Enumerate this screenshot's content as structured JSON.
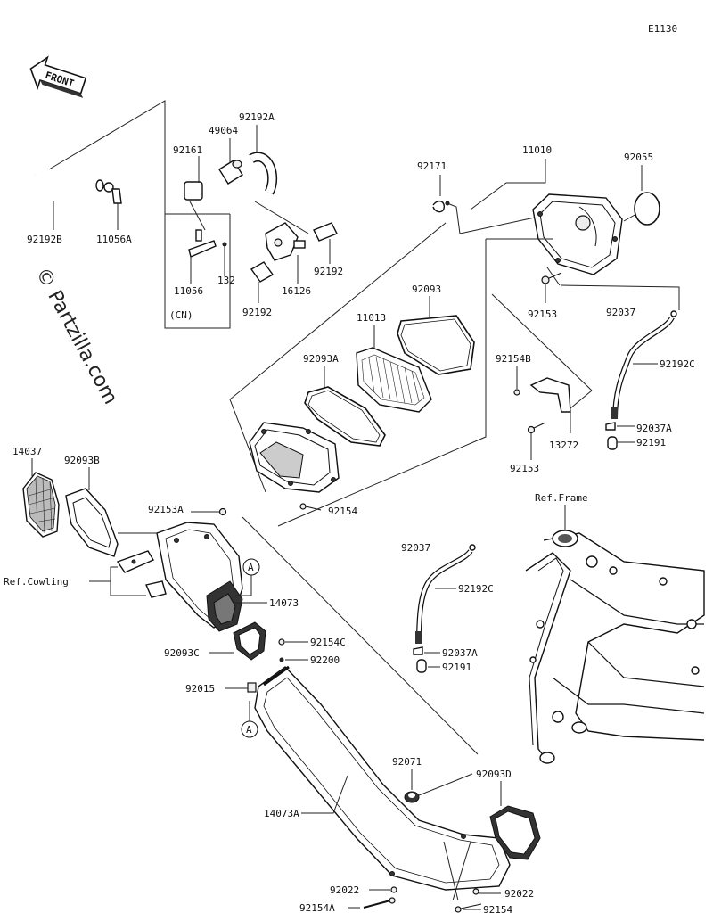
{
  "diagram_code": "E1130",
  "watermark": "© Partzilla.com",
  "front_label": "FRONT",
  "labels": {
    "p92192B": "92192B",
    "p11056A": "11056A",
    "p92161": "92161",
    "p49064": "49064",
    "p92192A": "92192A",
    "p11056": "11056",
    "p132": "132",
    "pCN": "(CN)",
    "p16126": "16126",
    "p92192_1": "92192",
    "p92192_2": "92192",
    "p92171": "92171",
    "p11010": "11010",
    "p92055": "92055",
    "p92093": "92093",
    "p11013": "11013",
    "p92093A": "92093A",
    "p92153_1": "92153",
    "p92037_1": "92037",
    "p92192C_1": "92192C",
    "p92154B": "92154B",
    "p92153_2": "92153",
    "p13272": "13272",
    "p92037A_1": "92037A",
    "p92191_1": "92191",
    "p14037": "14037",
    "p92093B": "92093B",
    "p92153A": "92153A",
    "p92154": "92154",
    "refCowling": "Ref.Cowling",
    "pA1": "A",
    "p14073": "14073",
    "p92037_2": "92037",
    "p92192C_2": "92192C",
    "refFrame": "Ref.Frame",
    "p92093C": "92093C",
    "p92154C": "92154C",
    "p92200": "92200",
    "p92015": "92015",
    "p92037A_2": "92037A",
    "p92191_2": "92191",
    "pA2": "A",
    "p92071": "92071",
    "p14073A": "14073A",
    "p92093D": "92093D",
    "p92022_1": "92022",
    "p92022_2": "92022",
    "p92154A": "92154A",
    "p92154_2": "92154"
  }
}
